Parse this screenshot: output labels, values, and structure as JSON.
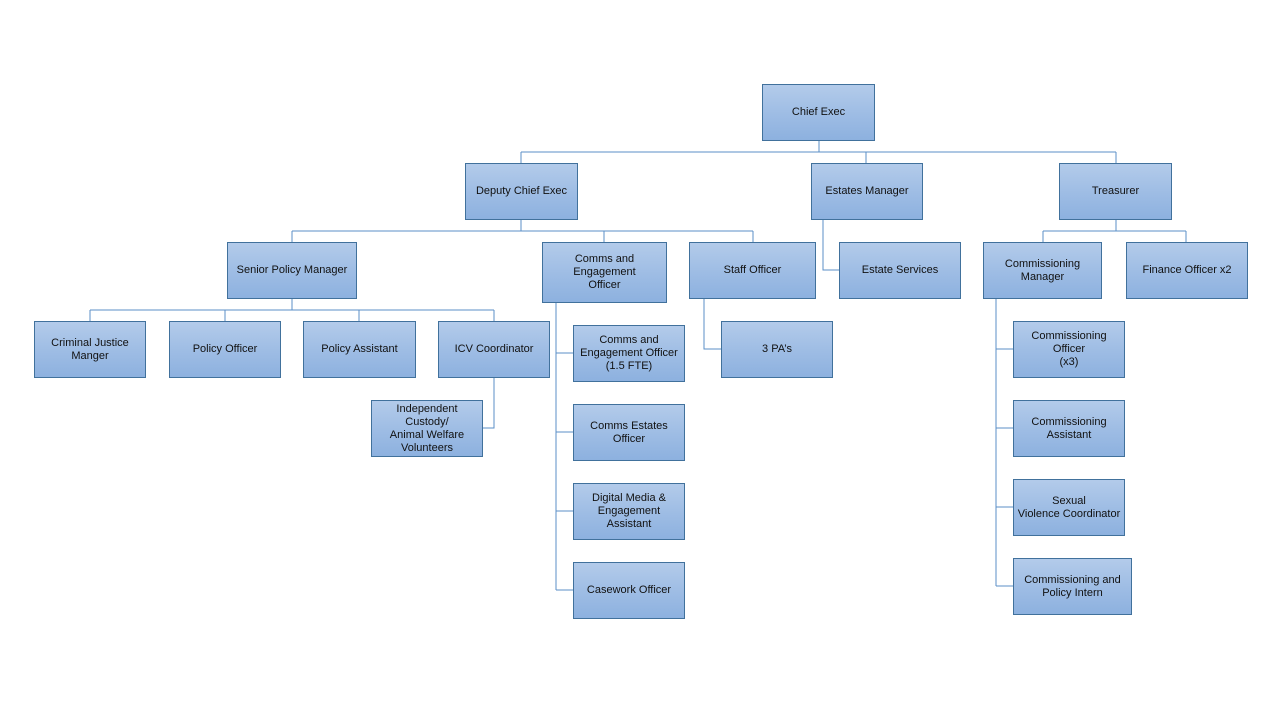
{
  "nodes": {
    "chief_exec": "Chief Exec",
    "deputy_chief_exec": "Deputy Chief Exec",
    "estates_manager": "Estates Manager",
    "treasurer": "Treasurer",
    "senior_policy_manager": "Senior Policy Manager",
    "comms_engagement_officer": "Comms and Engagement\nOfficer",
    "staff_officer": "Staff Officer",
    "estate_services": "Estate Services",
    "commissioning_manager": "Commissioning\nManager",
    "finance_officer": "Finance Officer x2",
    "criminal_justice_manger": "Criminal Justice\nManger",
    "policy_officer": "Policy Officer",
    "policy_assistant": "Policy Assistant",
    "icv_coordinator": "ICV Coordinator",
    "independent_custody_volunteers": "Independent Custody/\nAnimal Welfare\nVolunteers",
    "comms_engagement_officer_fte": "Comms and\nEngagement Officer\n(1.5 FTE)",
    "comms_estates_officer": "Comms Estates\nOfficer",
    "digital_media_assistant": "Digital Media &\nEngagement Assistant",
    "casework_officer": "Casework Officer",
    "three_pas": "3 PA’s",
    "commissioning_officer": "Commissioning Officer\n(x3)",
    "commissioning_assistant": "Commissioning\nAssistant",
    "sexual_violence_coordinator": "Sexual\nViolence Coordinator",
    "commissioning_policy_intern": "Commissioning and\nPolicy Intern"
  },
  "colors": {
    "box_fill": "#9dbce4",
    "box_border": "#41719c",
    "connector": "#5b8fc7"
  }
}
